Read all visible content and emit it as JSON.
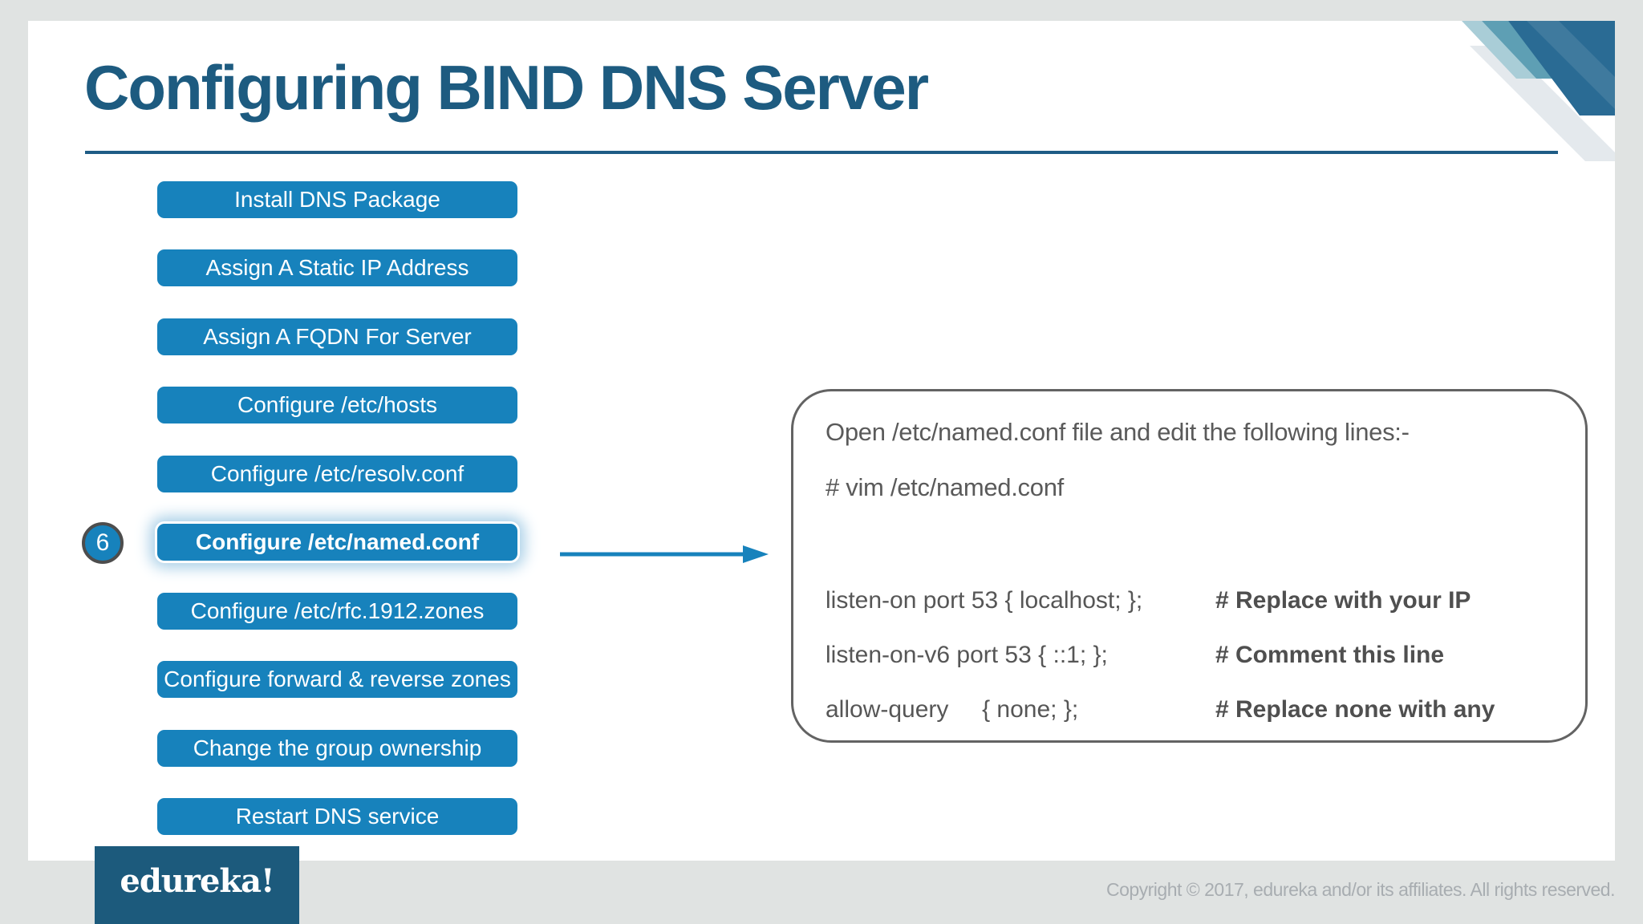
{
  "slide": {
    "title": "Configuring BIND DNS Server",
    "steps": [
      {
        "label": "Install DNS Package"
      },
      {
        "label": "Assign A Static IP Address"
      },
      {
        "label": "Assign A FQDN For Server"
      },
      {
        "label": "Configure /etc/hosts"
      },
      {
        "label": "Configure /etc/resolv.conf"
      },
      {
        "label": "Configure /etc/named.conf",
        "highlighted": true,
        "step_number": "6"
      },
      {
        "label": "Configure /etc/rfc.1912.zones"
      },
      {
        "label": "Configure forward & reverse zones"
      },
      {
        "label": "Change the group ownership"
      },
      {
        "label": "Restart DNS service"
      }
    ],
    "callout": {
      "intro_line1": "Open /etc/named.conf file and edit the following lines:-",
      "intro_line2": "# vim /etc/named.conf",
      "code_lines": [
        {
          "code": "listen-on port 53 { localhost; };",
          "comment": "# Replace with your IP"
        },
        {
          "code": "listen-on-v6 port 53 { ::1; };",
          "comment": "# Comment this line"
        },
        {
          "code": "allow-query     { none; };",
          "comment": "# Replace none with any"
        }
      ]
    },
    "footer": {
      "logo_text": "edureka!",
      "copyright": "Copyright © 2017, edureka and/or its affiliates. All rights reserved."
    },
    "icons": {
      "arrow": "right-arrow",
      "badge": "step-number-circle",
      "decoration": "corner-diagonal-stripes"
    },
    "colors": {
      "button_blue": "#1782bc",
      "title_blue": "#1d5b80",
      "logo_blue": "#1c5a7c",
      "callout_text_gray": "#5a5a5a",
      "background_gray": "#e0e3e2",
      "badge_border_gray": "#4d4d4d"
    }
  }
}
